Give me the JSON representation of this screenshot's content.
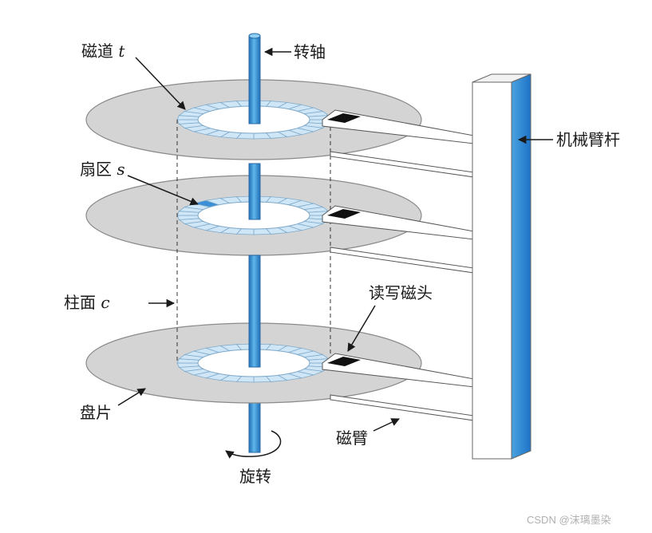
{
  "labels": {
    "track": "磁道",
    "track_var": "t",
    "spindle": "转轴",
    "arm_assembly": "机械臂杆",
    "sector": "扇区",
    "sector_var": "s",
    "cylinder": "柱面",
    "cylinder_var": "c",
    "rw_head": "读写磁头",
    "platter": "盘片",
    "arm": "磁臂",
    "rotation": "旋转"
  },
  "watermark": "CSDN @沫璃墨染",
  "colors": {
    "platter": "#d4d4d4",
    "track_ring": "#cfe6f7",
    "sector_highlight": "#3a8fd6",
    "spindle": "#4aa3df",
    "arm_face": "#ffffff",
    "head": "#111111",
    "text": "#1a1a1a"
  }
}
